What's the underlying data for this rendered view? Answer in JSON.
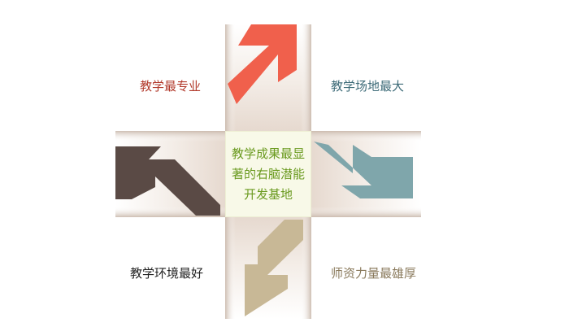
{
  "center": {
    "lines": [
      "教学成果最显",
      "著的右脑潜能",
      "开发基地"
    ],
    "color": "#6a9a1f"
  },
  "labels": {
    "top_left": "教学最专业",
    "top_right": "教学场地最大",
    "bottom_left": "教学环境最好",
    "bottom_right": "师资力量最雄厚"
  },
  "colors": {
    "arrow_top": "#f0604c",
    "arrow_right": "#7fa6ab",
    "arrow_bottom": "#c8b896",
    "arrow_left": "#5a4a45",
    "label_top_left": "#b23a2c",
    "label_top_right": "#3d6b78",
    "label_bottom_left": "#222222",
    "label_bottom_right": "#8a7a5c"
  },
  "arrows": [
    {
      "name": "arrow-up-right-icon",
      "direction": "up-right"
    },
    {
      "name": "arrow-down-right-icon",
      "direction": "down-right"
    },
    {
      "name": "arrow-down-left-icon",
      "direction": "down-left"
    },
    {
      "name": "arrow-up-left-icon",
      "direction": "up-left"
    }
  ]
}
